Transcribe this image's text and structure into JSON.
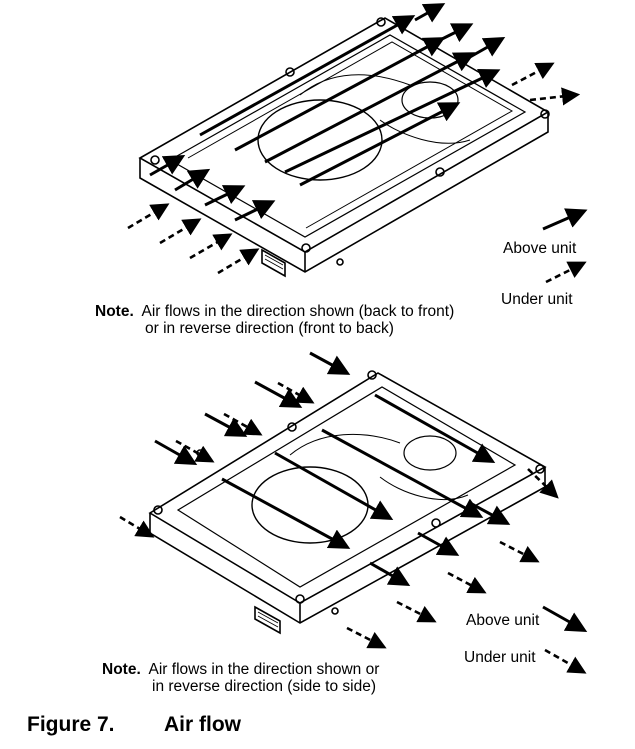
{
  "figure1": {
    "note_label": "Note.",
    "note_line1": "Air flows in the direction shown (back to front)",
    "note_line2": "or in reverse direction (front to back)",
    "legend_above": "Above unit",
    "legend_under": "Under unit"
  },
  "figure2": {
    "note_label": "Note.",
    "note_line1": "Air flows in the direction shown or",
    "note_line2": "in reverse direction (side to side)",
    "legend_above": "Above unit",
    "legend_under": "Under unit"
  },
  "caption": {
    "number": "Figure 7.",
    "title": "Air flow"
  },
  "colors": {
    "ink": "#000000",
    "background": "#ffffff"
  }
}
